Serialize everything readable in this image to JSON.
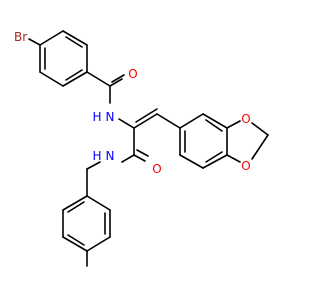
{
  "molecule": {
    "atoms": {
      "br": {
        "text": "Br",
        "color": "#A52A2A"
      },
      "o_amide1": {
        "text": "O",
        "color": "#FF0000"
      },
      "n_amide1": {
        "text": "N",
        "color": "#0000FF"
      },
      "h_amide1": {
        "text": "H",
        "color": "#0000FF"
      },
      "o_amide2": {
        "text": "O",
        "color": "#FF0000"
      },
      "n_amide2": {
        "text": "N",
        "color": "#0000FF"
      },
      "h_amide2": {
        "text": "H",
        "color": "#0000FF"
      },
      "o_dioxole1": {
        "text": "O",
        "color": "#FF0000"
      },
      "o_dioxole2": {
        "text": "O",
        "color": "#FF0000"
      }
    },
    "bond_color": "#000000",
    "background": "#FFFFFF"
  }
}
